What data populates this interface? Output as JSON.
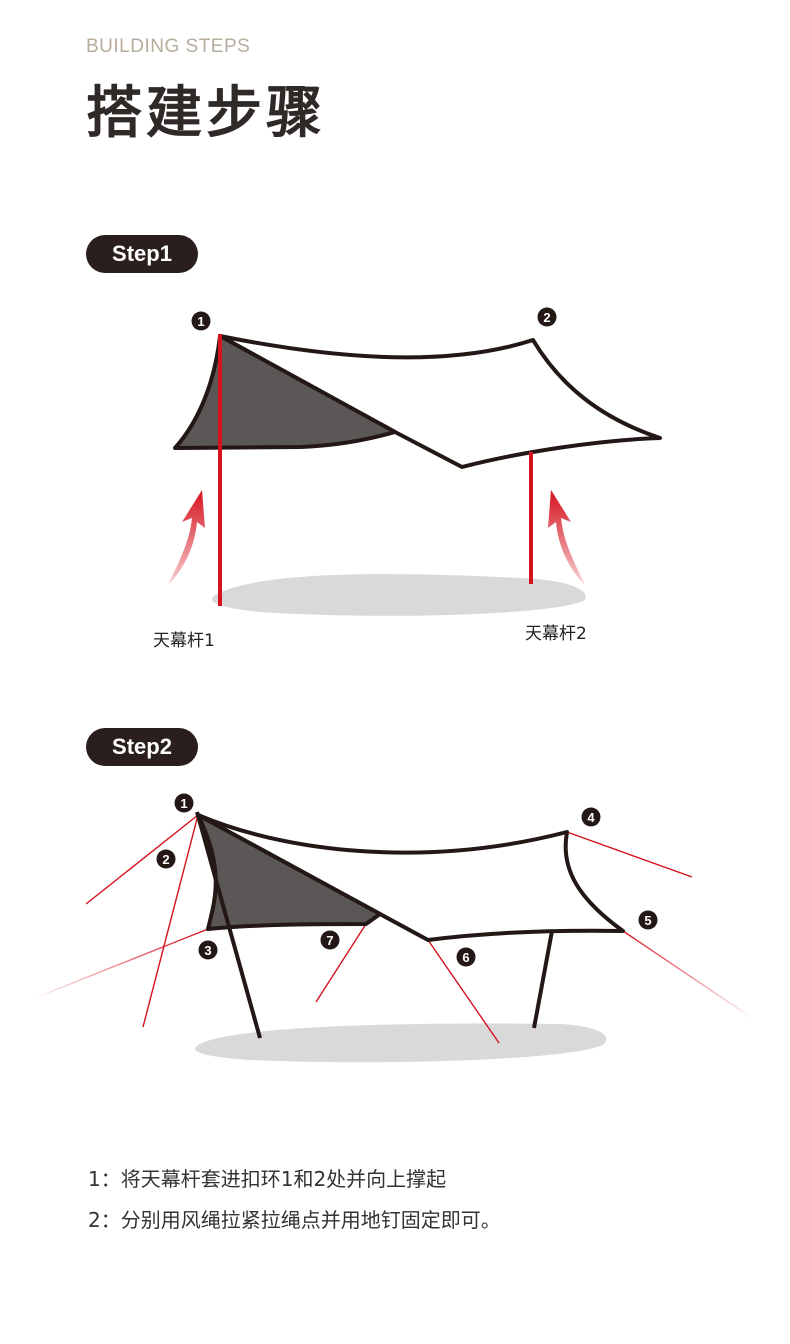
{
  "header": {
    "eyebrow": "BUILDING STEPS",
    "title": "搭建步骤"
  },
  "step1": {
    "label": "Step1",
    "markers": [
      "1",
      "2"
    ],
    "pole_labels": [
      "天幕杆1",
      "天幕杆2"
    ]
  },
  "step2": {
    "label": "Step2",
    "markers": [
      "1",
      "2",
      "3",
      "4",
      "5",
      "6",
      "7"
    ]
  },
  "instructions": [
    "1：将天幕杆套进扣环1和2处并向上撑起",
    "2：分别用风绳拉紧拉绳点并用地钉固定即可。"
  ],
  "colors": {
    "pill_bg": "#2a1f1d",
    "eyebrow": "#b7ad9d",
    "title": "#2f2a28",
    "pole_red": "#d6121e",
    "tarp_dark": "#5b5757",
    "outline": "#231815",
    "shadow": "#d9d9d9"
  }
}
